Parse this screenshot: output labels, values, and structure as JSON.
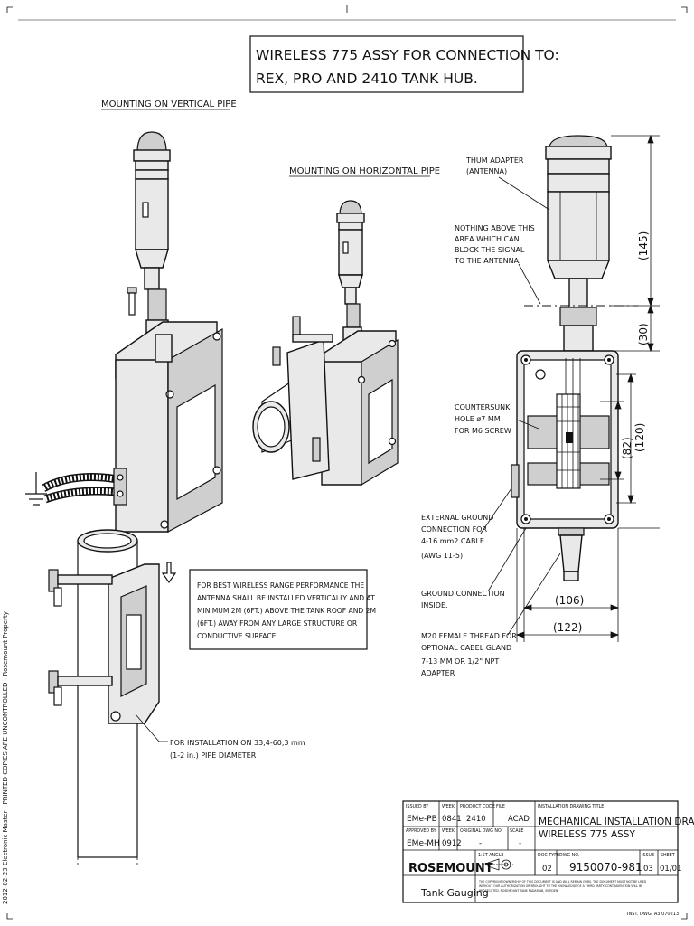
{
  "drawing_title": {
    "line1": "WIRELESS 775 ASSY FOR CONNECTION TO:",
    "line2": "REX, PRO AND 2410 TANK HUB."
  },
  "views": {
    "vertical": "MOUNTING ON VERTICAL PIPE",
    "horizontal": "MOUNTING ON HORIZONTAL PIPE"
  },
  "callouts": {
    "thum_adapter": [
      "THUM ADAPTER",
      "(ANTENNA)"
    ],
    "nothing_above": [
      "NOTHING ABOVE THIS",
      "AREA WHICH CAN",
      "BLOCK THE SIGNAL",
      "TO THE ANTENNA."
    ],
    "countersunk": [
      "COUNTERSUNK",
      "HOLE ø7 MM",
      "FOR M6 SCREW"
    ],
    "external_ground": [
      "EXTERNAL GROUND",
      "CONNECTION FOR",
      "4-16 mm2 CABLE",
      "(AWG 11-5)"
    ],
    "ground_inside": [
      "GROUND CONNECTION",
      "INSIDE."
    ],
    "m20_thread": [
      "M20 FEMALE THREAD FOR",
      "OPTIONAL CABEL GLAND",
      "7-13 MM OR 1/2\" NPT",
      "ADAPTER"
    ],
    "pipe_diameter": [
      "FOR INSTALLATION ON 33,4-60,3 mm",
      "(1-2 in.) PIPE DIAMETER"
    ]
  },
  "note": [
    "FOR BEST WIRELESS RANGE PERFORMANCE THE",
    "ANTENNA SHALL BE INSTALLED VERTICALLY AND AT",
    "MINIMUM 2M (6FT.) ABOVE THE TANK ROOF AND 2M",
    "(6FT.) AWAY FROM ANY LARGE STRUCTURE OR",
    "CONDUCTIVE SURFACE."
  ],
  "dimensions": {
    "d145": "(145)",
    "d30": "(30)",
    "d82": "(82)",
    "d120": "(120)",
    "d106": "(106)",
    "d122": "(122)"
  },
  "side_watermark": "2012-02-23 Electronic Master - PRINTED COPIES ARE UNCONTROLLED - Rosemount Property",
  "title_block": {
    "issued_by_label": "ISSUED BY",
    "issued_by": "EMe-PB",
    "week_label": "WEEK",
    "issued_week": "0841",
    "product_code_label": "PRODUCT CODE",
    "product_code": "2410",
    "file_label": "FILE",
    "file": "ACAD",
    "approved_by_label": "APPROVED BY",
    "approved_by": "EMe-MH",
    "approved_week": "0912",
    "original_dwg_label": "ORIGINAL DWG NO.",
    "original_dwg": "-",
    "scale_label": "SCALE",
    "scale": "-",
    "drawing_title_label": "INSTALLATION DRAWING TITLE",
    "drawing_title_1": "MECHANICAL INSTALLATION DRAWING",
    "drawing_title_2": "WIRELESS 775 ASSY",
    "angle_label": "1:ST ANGLE",
    "doc_type_label": "DOC TYPE",
    "doc_type": "02",
    "dwg_no_label": "DWG NO.",
    "dwg_no": "9150070-981",
    "issue_label": "ISSUE",
    "issue": "03",
    "sheet_label": "SHEET",
    "sheet": "01/01",
    "brand": "ROSEMOUNT",
    "brand_sub": "Tank Gauging",
    "copyright": [
      "THE COPYRIGHT/OWNERSHIP OF THIS DOCUMENT IS AND WILL REMAIN OURS. THE DOCUMENT MUST NOT BE USED",
      "WITHOUT OUR AUTHORIZATION OR BROUGHT TO THE KNOWLEDGE OF A THIRD PARTY. CONTRAVENTION WILL BE",
      "PROSECUTED. ROSEMOUNT TANK RADAR AB, SWEDEN"
    ],
    "inst_dwg": "INST. DWG.  A3  070213"
  }
}
